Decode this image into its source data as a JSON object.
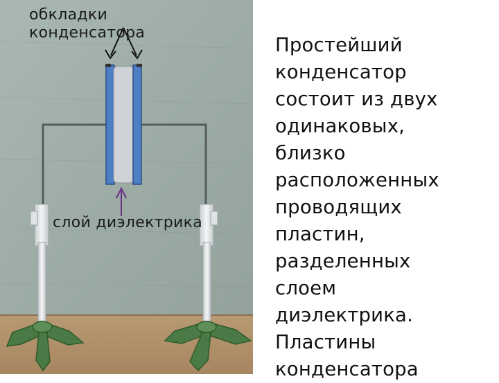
{
  "slide": {
    "labels": {
      "plates": "обкладки\nконденсатора",
      "dielectric": "слой диэлектрика"
    },
    "description": "Простейший\nконденсатор\nсостоит из двух\nодинаковых,\nблизко\nрасположенных\nпроводящих\nпластин,\nразделенных\nслоем\nдиэлектрика.\nПластины\nконденсатора"
  },
  "colors": {
    "background": "#9fb0a8",
    "floor": "#b0906a",
    "plate": "#4e7fc4",
    "dielectric_layer": "#cfd2d6",
    "stand": "#e6e8ea",
    "base": "#4a7a45",
    "wire": "#555b5e",
    "plate_arrow": "#111111",
    "dielectric_arrow": "#6b2f8a"
  }
}
